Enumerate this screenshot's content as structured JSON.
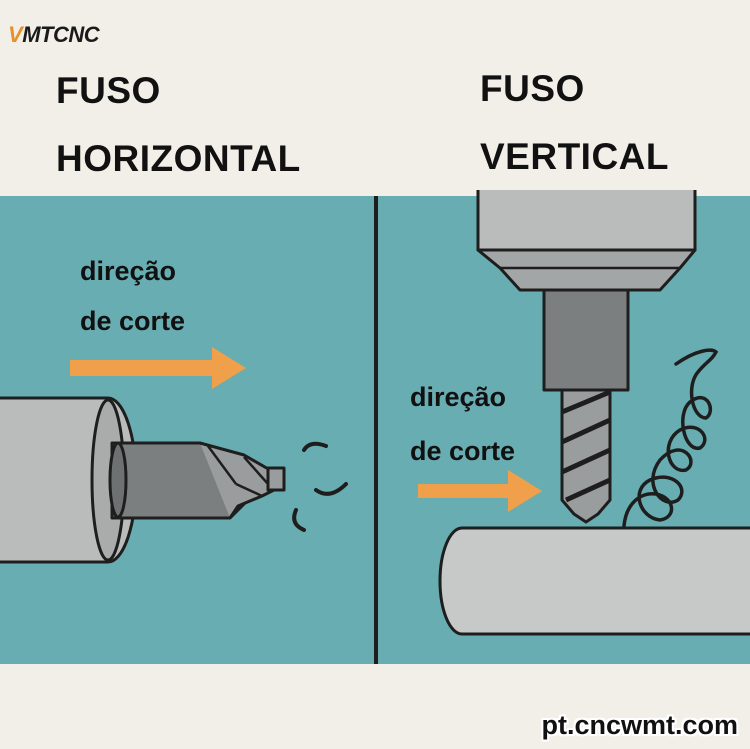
{
  "brand": {
    "logo_mark": "V",
    "logo_text": "MTCNC",
    "accent_color": "#e8902a"
  },
  "left_panel": {
    "title_line1": "FUSO",
    "title_line2": "HORIZONTAL",
    "direction_line1": "direção",
    "direction_line2": "de corte"
  },
  "right_panel": {
    "title_line1": "FUSO",
    "title_line2": "VERTICAL",
    "direction_line1": "direção",
    "direction_line2": "de corte"
  },
  "colors": {
    "panel_teal": "#68adb2",
    "metal_gray": "#b9bcbb",
    "dark_metal": "#7c7f80",
    "arrow_orange": "#f0a04b",
    "outline": "#1e1e1e"
  },
  "footer": {
    "url": "pt.cncwmt.com"
  }
}
